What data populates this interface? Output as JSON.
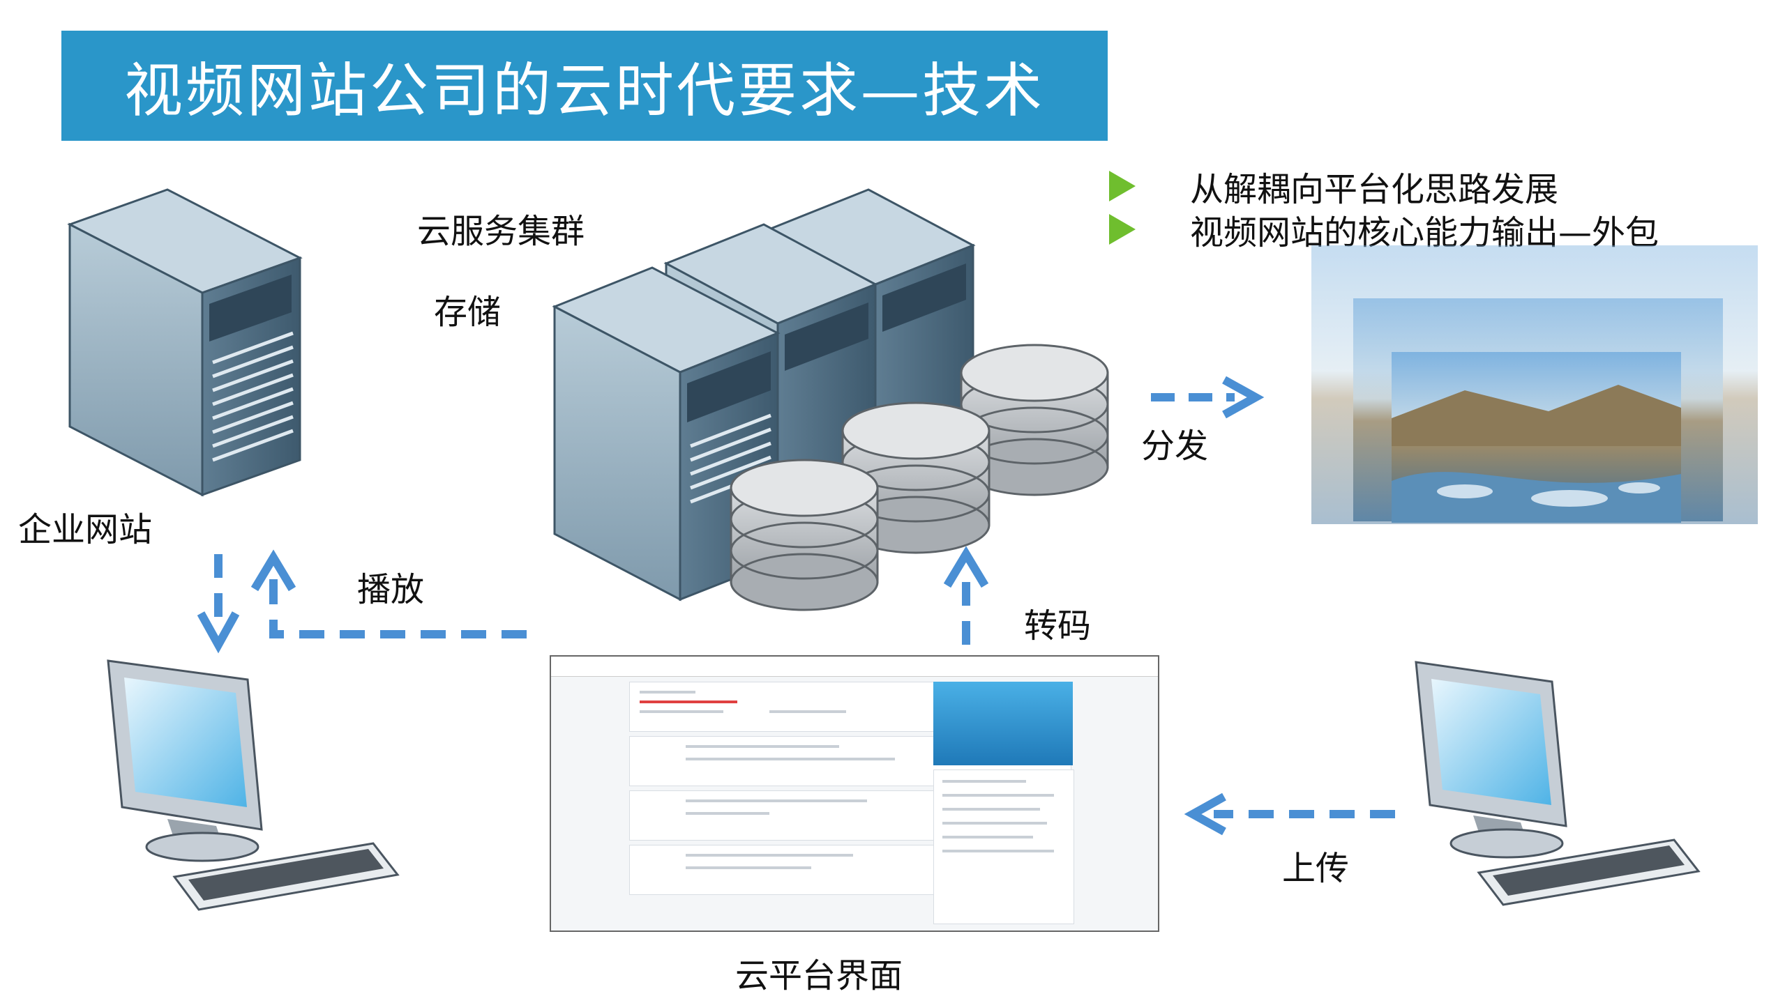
{
  "title": "视频网站公司的云时代要求—技术",
  "bullets": [
    "从解耦向平台化思路发展",
    "视频网站的核心能力输出—外包"
  ],
  "labels": {
    "cluster": "云服务集群",
    "storage": "存储",
    "enterprise_site": "企业网站",
    "play": "播放",
    "transcode": "转码",
    "distribute": "分发",
    "upload": "上传",
    "platform_ui": "云平台界面"
  },
  "colors": {
    "title_bg": "#2a96c9",
    "arrow": "#4a8fd4",
    "bullet": "#6fbe2e"
  },
  "icons": [
    "server-tower-icon",
    "server-rack-icon",
    "database-disk-icon",
    "desktop-computer-icon",
    "landscape-photo-icon"
  ]
}
